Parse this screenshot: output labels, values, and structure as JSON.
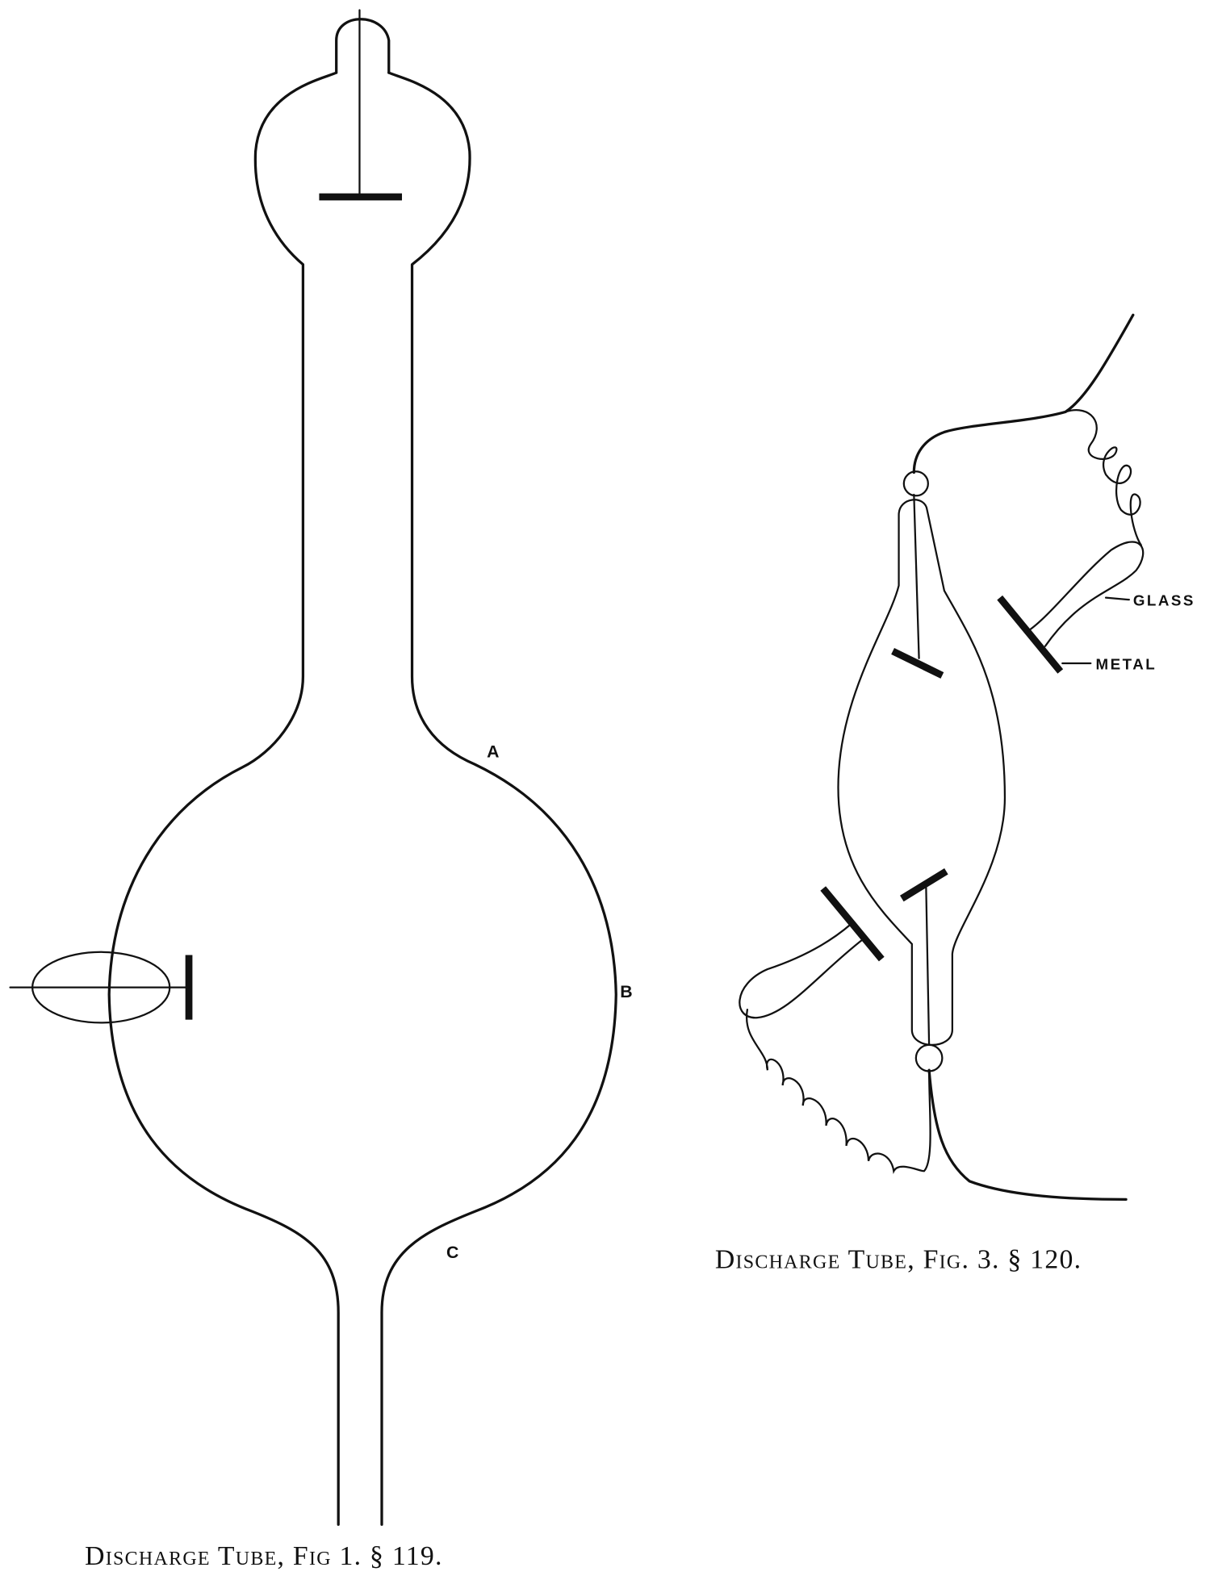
{
  "figure1": {
    "caption": "Discharge Tube, Fig 1.  § 119.",
    "labels": {
      "a": "A",
      "b": "B",
      "c": "C"
    }
  },
  "figure3": {
    "caption": "Discharge Tube, Fig. 3. § 120.",
    "labels": {
      "glass": "GLASS",
      "metal": "METAL"
    }
  }
}
